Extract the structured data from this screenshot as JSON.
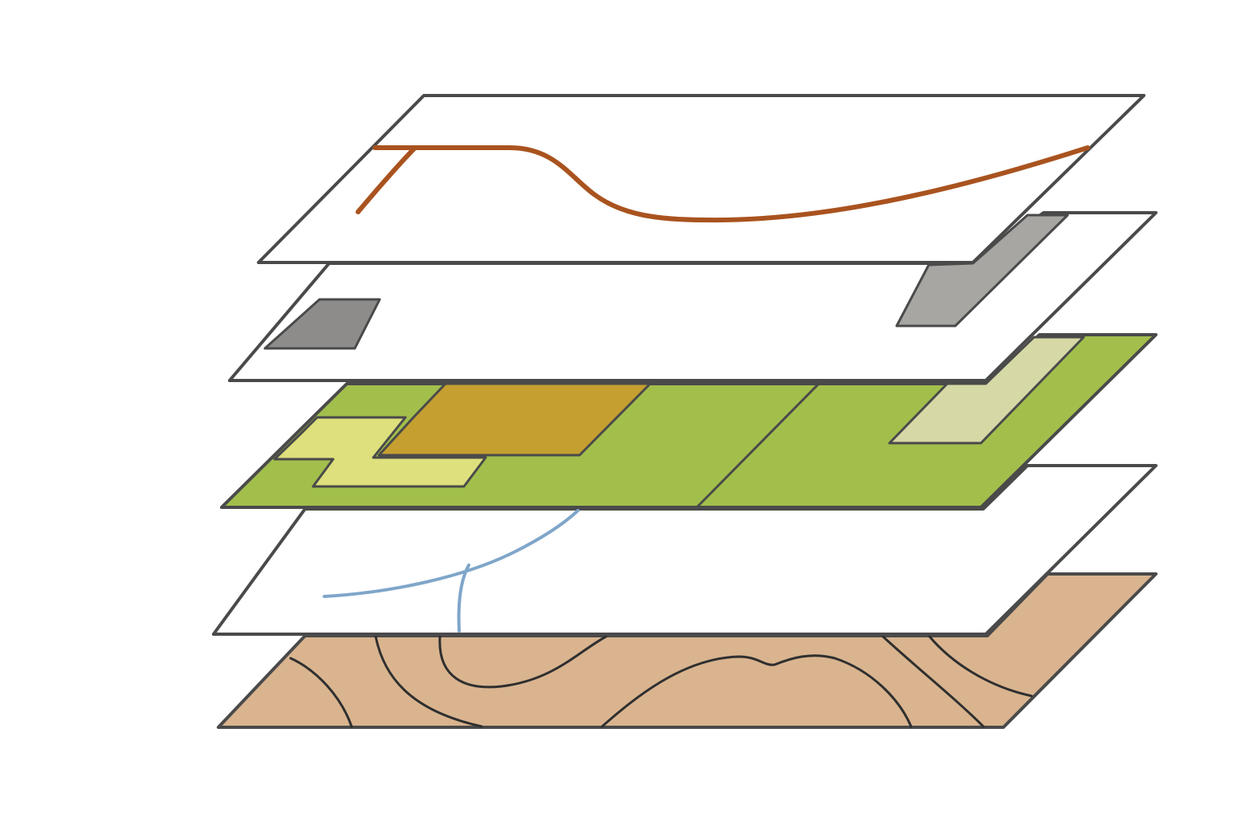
{
  "diagram": {
    "type": "stacked-map-layers",
    "layer_count": 5,
    "layers": [
      {
        "id": "roads",
        "fill": "#ffffff",
        "feature": "road-line",
        "feature_color": "#a9531f"
      },
      {
        "id": "buildings",
        "fill": "#ffffff",
        "feature": "building-blocks",
        "feature_color_left": "#8e8c8a",
        "feature_color_right": "#a7a6a3"
      },
      {
        "id": "land-cover",
        "fill": "#a2bf4c",
        "feature": "land-parcels",
        "parcel_colors": [
          "#c59f30",
          "#dde07c",
          "#d6d8a6"
        ]
      },
      {
        "id": "hydrography",
        "fill": "#ffffff",
        "feature": "river-lines",
        "feature_color": "#7fa6c9"
      },
      {
        "id": "terrain",
        "fill": "#d9b48f",
        "feature": "contour-lines",
        "feature_color": "#2f2f2f"
      }
    ],
    "outline_color": "#4a4a4a"
  }
}
